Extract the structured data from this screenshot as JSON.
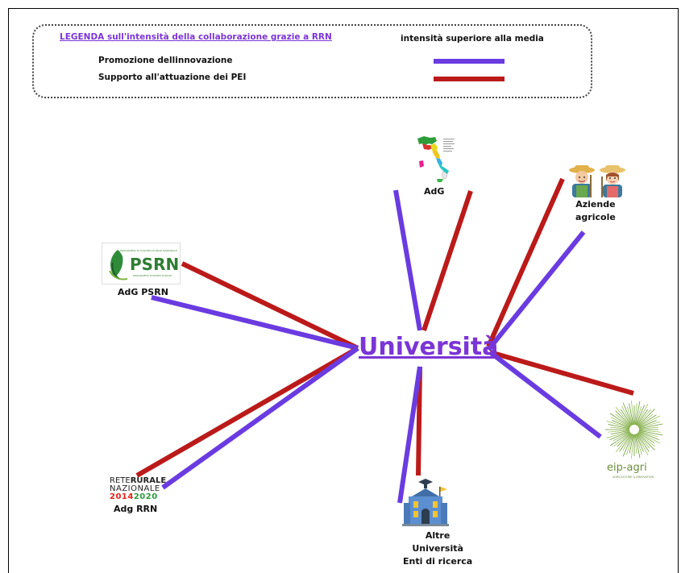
{
  "legend": {
    "title": "LEGENDA sull'intensità della collaborazione grazie a RRN",
    "header": "intensità superiore alla media",
    "rows": [
      {
        "label": "Promozione dellinnovazione",
        "color": "#6a3be0"
      },
      {
        "label": "Supporto all'attuazione dei PEI",
        "color": "#bb1a1a"
      }
    ]
  },
  "center": {
    "label": "Università"
  },
  "nodes": {
    "adg": {
      "label": "AdG",
      "icon": "italy-map-icon"
    },
    "aziende": {
      "line1": "Aziende",
      "line2": "agricole",
      "icon": "farmers-icon"
    },
    "psrn": {
      "label": "AdG PSRN",
      "logo_text": "PSRN",
      "logo_small_top": "PROGRAMMA DI SVILUPPO RURALE NAZIONALE",
      "logo_small_bottom": "PROGRAMMA SVILUPPO RURALE"
    },
    "rrn": {
      "label": "Adg RRN",
      "logo_line1a": "RETE",
      "logo_line1b": "RURALE",
      "logo_line2": "NAZIONALE",
      "logo_line3a": "2014",
      "logo_line3b": "2020"
    },
    "altre": {
      "line1": "Altre",
      "line2": "Università",
      "line3": "Enti di ricerca",
      "icon": "university-building-icon"
    },
    "eip": {
      "logo_text": "eip-agri",
      "logo_small": "AGRICULTURE & INNOVATION",
      "icon": "eip-agri-logo-icon"
    }
  },
  "colors": {
    "purple": "#6a3be0",
    "red": "#bb1a1a",
    "center_text": "#7b35d6"
  }
}
